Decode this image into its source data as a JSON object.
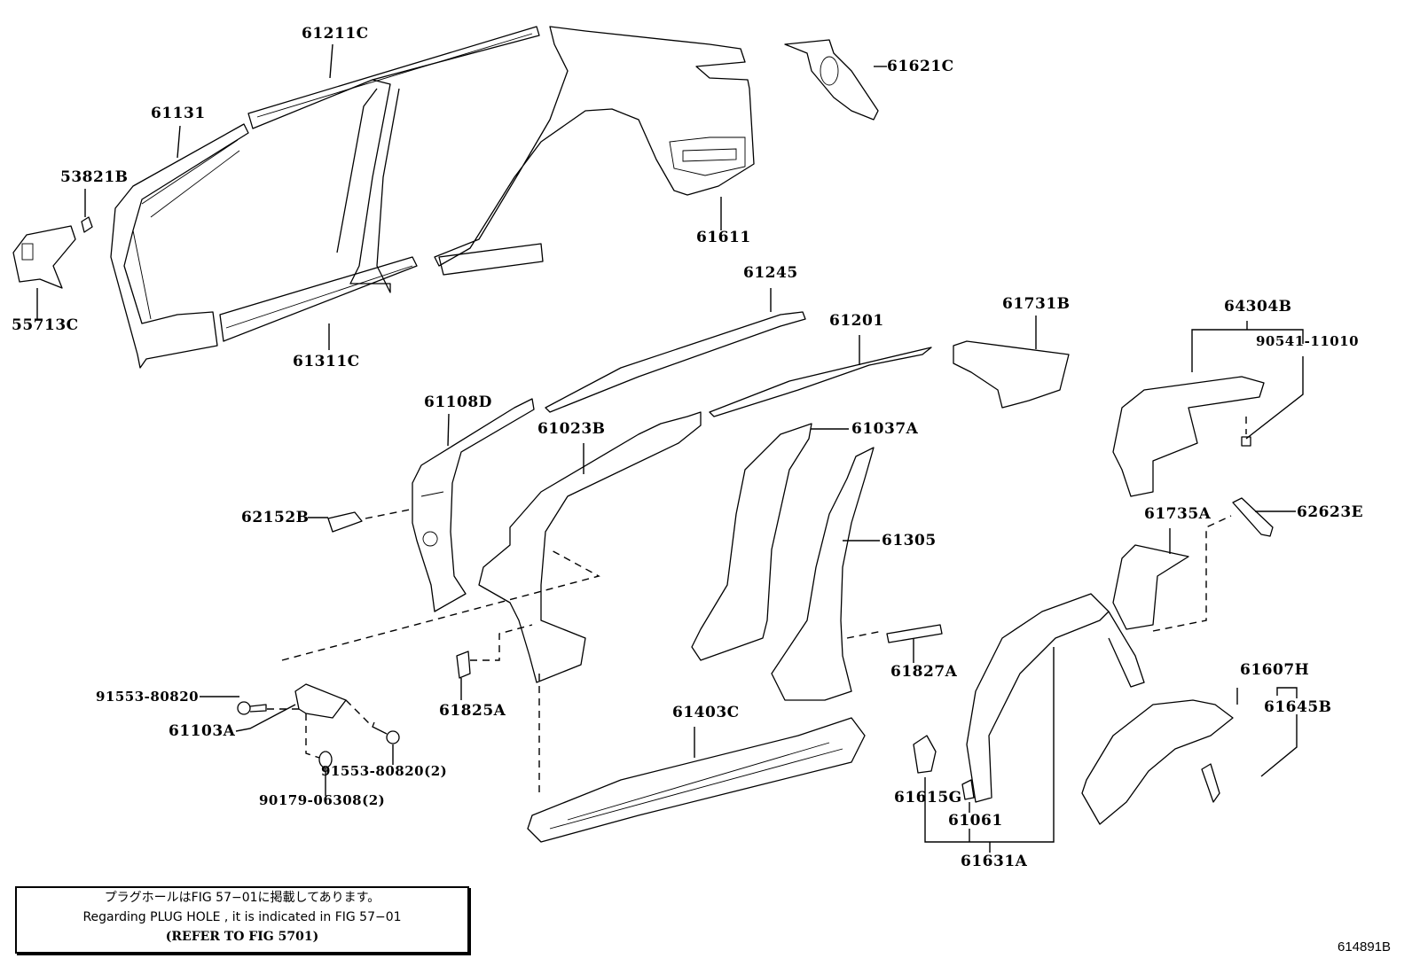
{
  "diagram": {
    "figure_id": "614891B",
    "part_labels": {
      "p61211C": "61211C",
      "p61131": "61131",
      "p53821B": "53821B",
      "p55713C": "55713C",
      "p61311C": "61311C",
      "p61611": "61611",
      "p61621C": "61621C",
      "p61245": "61245",
      "p61201": "61201",
      "p61731B": "61731B",
      "p64304B": "64304B",
      "p90541_11010": "90541-11010",
      "p61108D": "61108D",
      "p61023B": "61023B",
      "p61037A": "61037A",
      "p62152B": "62152B",
      "p61305": "61305",
      "p61735A": "61735A",
      "p62623E": "62623E",
      "p61827A": "61827A",
      "p91553_80820": "91553-80820",
      "p61103A": "61103A",
      "p61825A": "61825A",
      "p61403C": "61403C",
      "p91553_80820_2": "91553-80820(2)",
      "p90179_06308_2": "90179-06308(2)",
      "p61607H": "61607H",
      "p61645B": "61645B",
      "p61615G": "61615G",
      "p61061": "61061",
      "p61631A": "61631A"
    },
    "note": {
      "line_ja": "プラグホールはFIG 57−01に掲載してあります。",
      "line_en": "Regarding  PLUG  HOLE , it is indicated in FIG  57−01",
      "reference": "(REFER TO FIG 5701)"
    }
  }
}
